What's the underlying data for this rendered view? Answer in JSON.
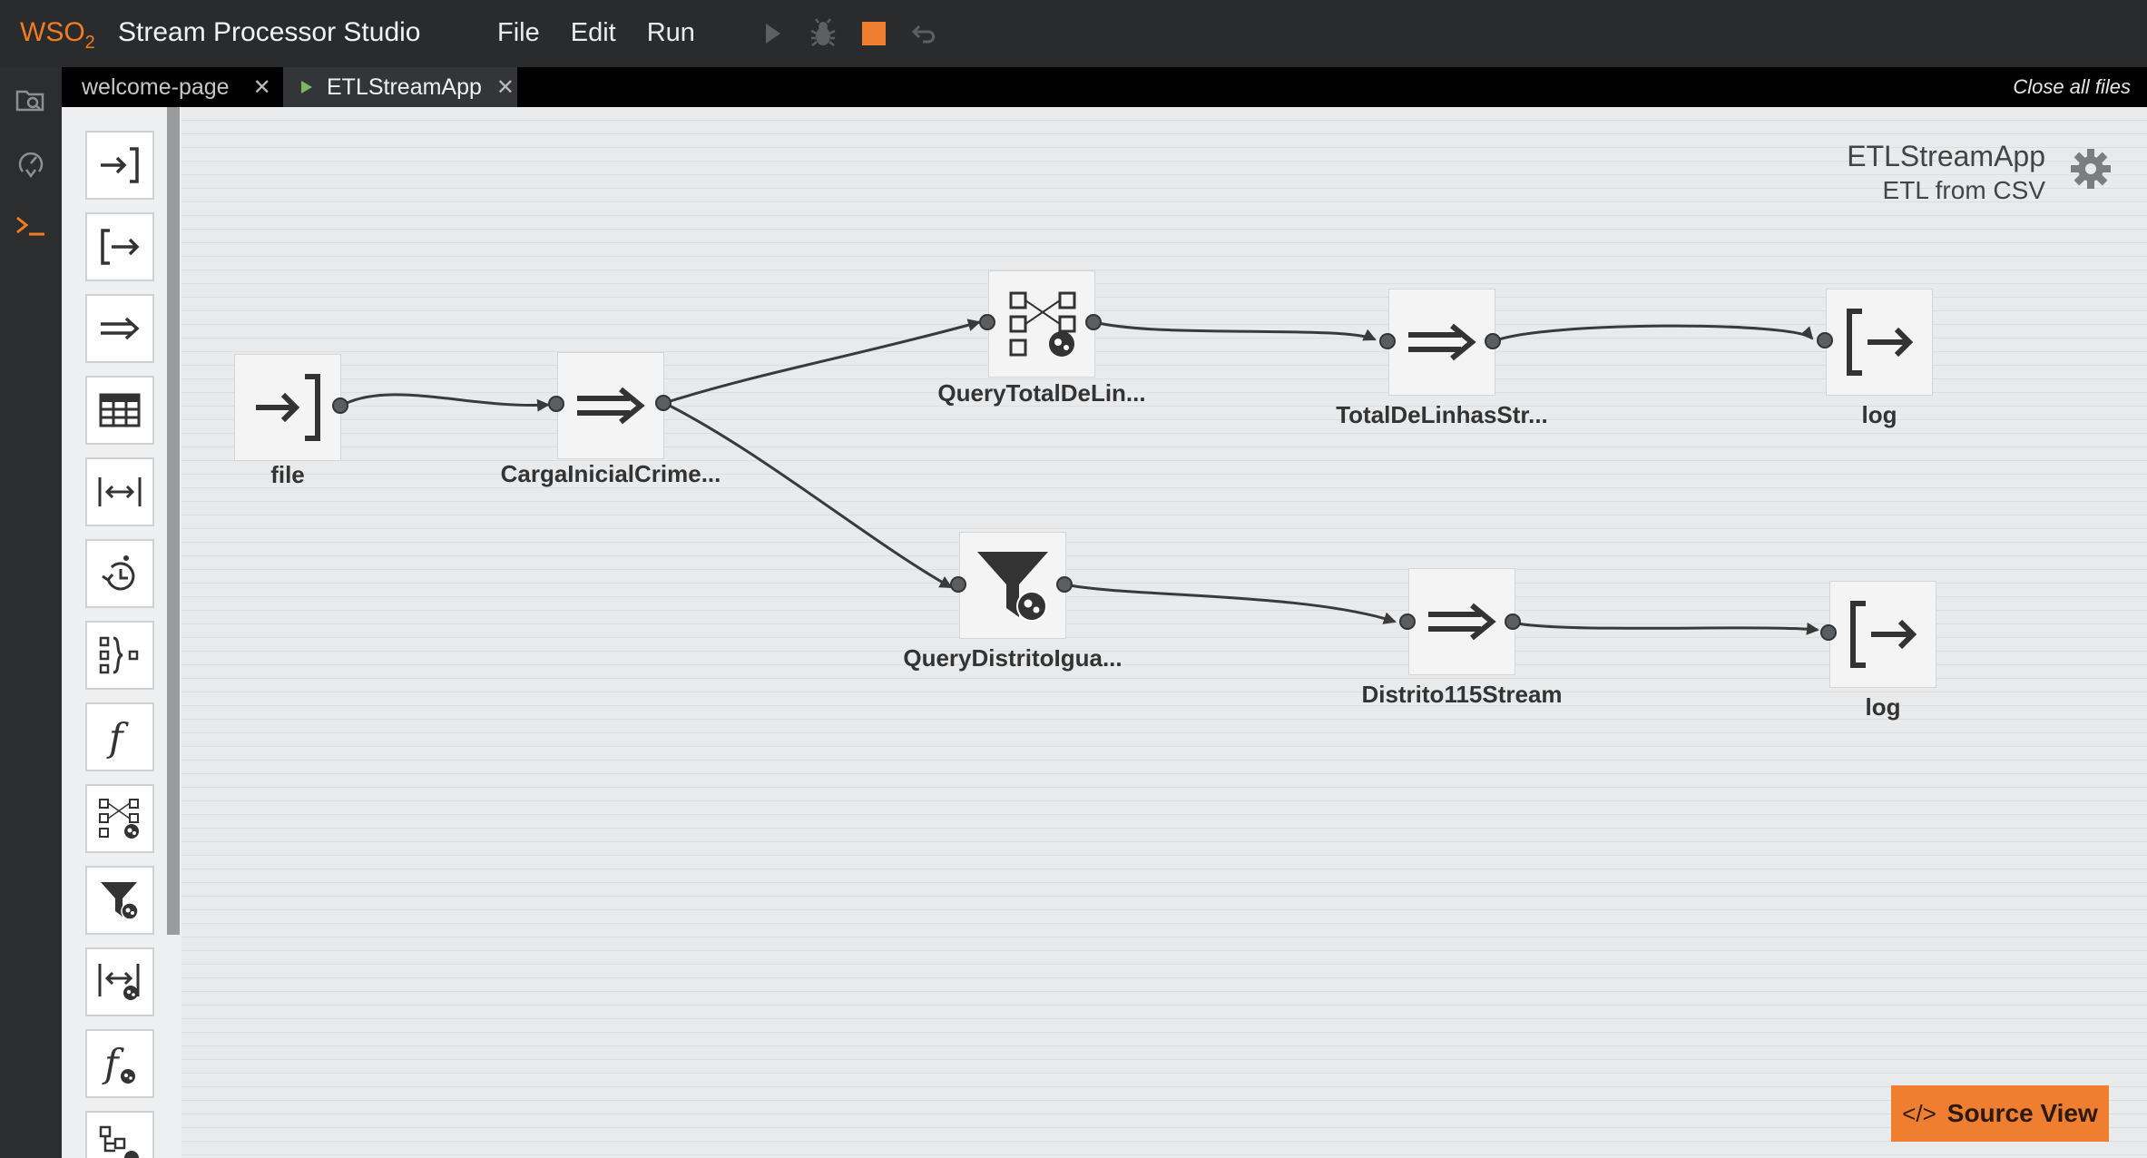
{
  "header": {
    "logo_text": "WSO",
    "logo_sub": "2",
    "app_title": "Stream Processor Studio",
    "menu": [
      "File",
      "Edit",
      "Run"
    ],
    "toolbar_icons": [
      "run-icon",
      "debug-icon",
      "stop-icon",
      "undo-icon"
    ],
    "accent_color": "#f47b20"
  },
  "rail": {
    "icons": [
      "folder-open-icon",
      "event-simulator-icon",
      "console-icon"
    ]
  },
  "tabs": {
    "items": [
      {
        "label": "welcome-page",
        "active": false
      },
      {
        "label": "ETLStreamApp",
        "active": true
      }
    ],
    "close_all": "Close all files"
  },
  "palette": {
    "tools": [
      "source-icon",
      "sink-icon",
      "stream-icon",
      "table-icon",
      "window-icon",
      "trigger-icon",
      "aggregation-icon",
      "function-icon",
      "join-query-icon",
      "filter-query-icon",
      "window-query-icon",
      "function-query-icon",
      "partition-icon"
    ]
  },
  "canvas": {
    "app_name": "ETLStreamApp",
    "app_description": "ETL from CSV",
    "nodes": [
      {
        "id": "file",
        "label": "file",
        "icon": "source-icon"
      },
      {
        "id": "carga",
        "label": "CargaInicialCrime...",
        "icon": "stream-icon"
      },
      {
        "id": "qtotal",
        "label": "QueryTotalDeLin...",
        "icon": "join-query-icon"
      },
      {
        "id": "total",
        "label": "TotalDeLinhasStr...",
        "icon": "stream-icon"
      },
      {
        "id": "log1",
        "label": "log",
        "icon": "sink-icon"
      },
      {
        "id": "qdist",
        "label": "QueryDistritoIgua...",
        "icon": "filter-query-icon"
      },
      {
        "id": "dist",
        "label": "Distrito115Stream",
        "icon": "stream-icon"
      },
      {
        "id": "log2",
        "label": "log",
        "icon": "sink-icon"
      }
    ]
  },
  "source_view": {
    "code_glyph": "</>",
    "label": "Source View"
  }
}
